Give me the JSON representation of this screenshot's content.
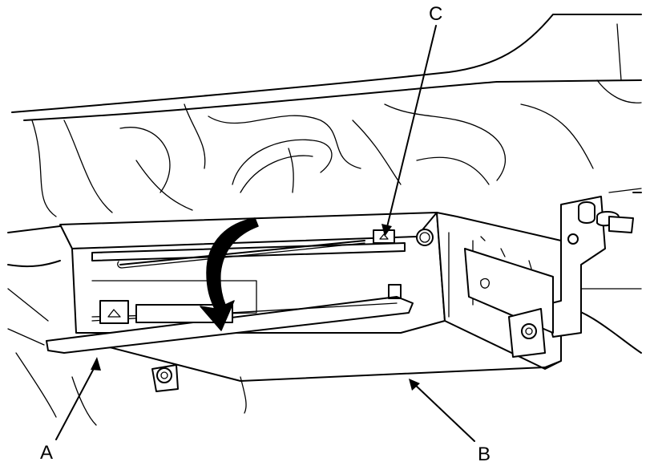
{
  "callouts": {
    "a": "A",
    "b": "B",
    "c": "C"
  },
  "colors": {
    "line": "#000000",
    "background": "#ffffff"
  },
  "icons": [
    "curved-arrow-icon",
    "eject-button-icon"
  ]
}
